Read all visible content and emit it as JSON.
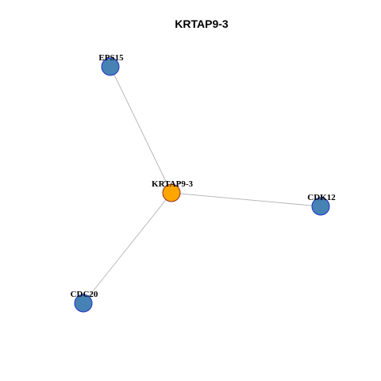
{
  "title": "KRTAP9-3",
  "colors": {
    "center_node_fill": "#FFA500",
    "center_node_stroke": "#8B2C2C",
    "neighbor_node_fill": "#4682B4",
    "neighbor_node_stroke": "#1E2FC8",
    "edge": "#B3B3B3"
  },
  "nodes": [
    {
      "id": "KRTAP9-3",
      "label": "KRTAP9-3",
      "role": "center"
    },
    {
      "id": "EPS15",
      "label": "EPS15",
      "role": "neighbor"
    },
    {
      "id": "CDK12",
      "label": "CDK12",
      "role": "neighbor"
    },
    {
      "id": "CDC20",
      "label": "CDC20",
      "role": "neighbor"
    }
  ],
  "edges": [
    {
      "source": "KRTAP9-3",
      "target": "EPS15"
    },
    {
      "source": "KRTAP9-3",
      "target": "CDK12"
    },
    {
      "source": "KRTAP9-3",
      "target": "CDC20"
    }
  ]
}
